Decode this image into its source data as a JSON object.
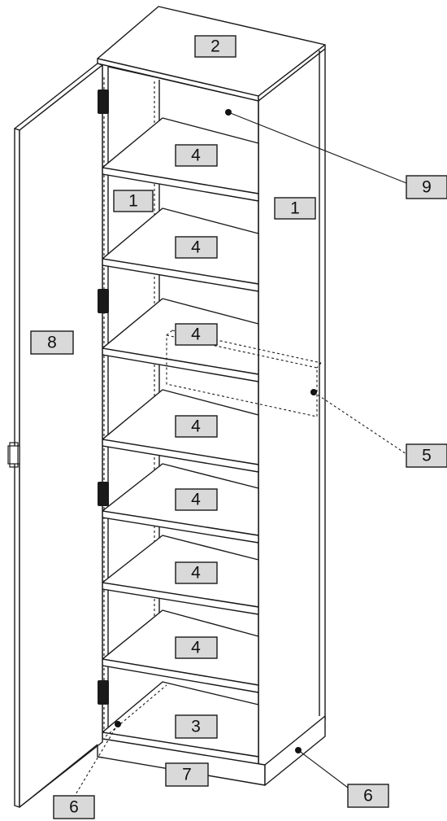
{
  "diagram": {
    "labels": {
      "top_panel": "2",
      "right_side_panel": "1",
      "left_side_panel": "1",
      "back_panel": "9",
      "door": "8",
      "bottom_panel": "3",
      "plinth": "7",
      "back_strip": "5",
      "foot_right": "6",
      "foot_left": "6",
      "shelves": [
        "4",
        "4",
        "4",
        "4",
        "4",
        "4",
        "4"
      ]
    }
  },
  "colors": {
    "label_fill": "#d9d9d9",
    "line": "#1a1a1a",
    "background": "#ffffff"
  }
}
